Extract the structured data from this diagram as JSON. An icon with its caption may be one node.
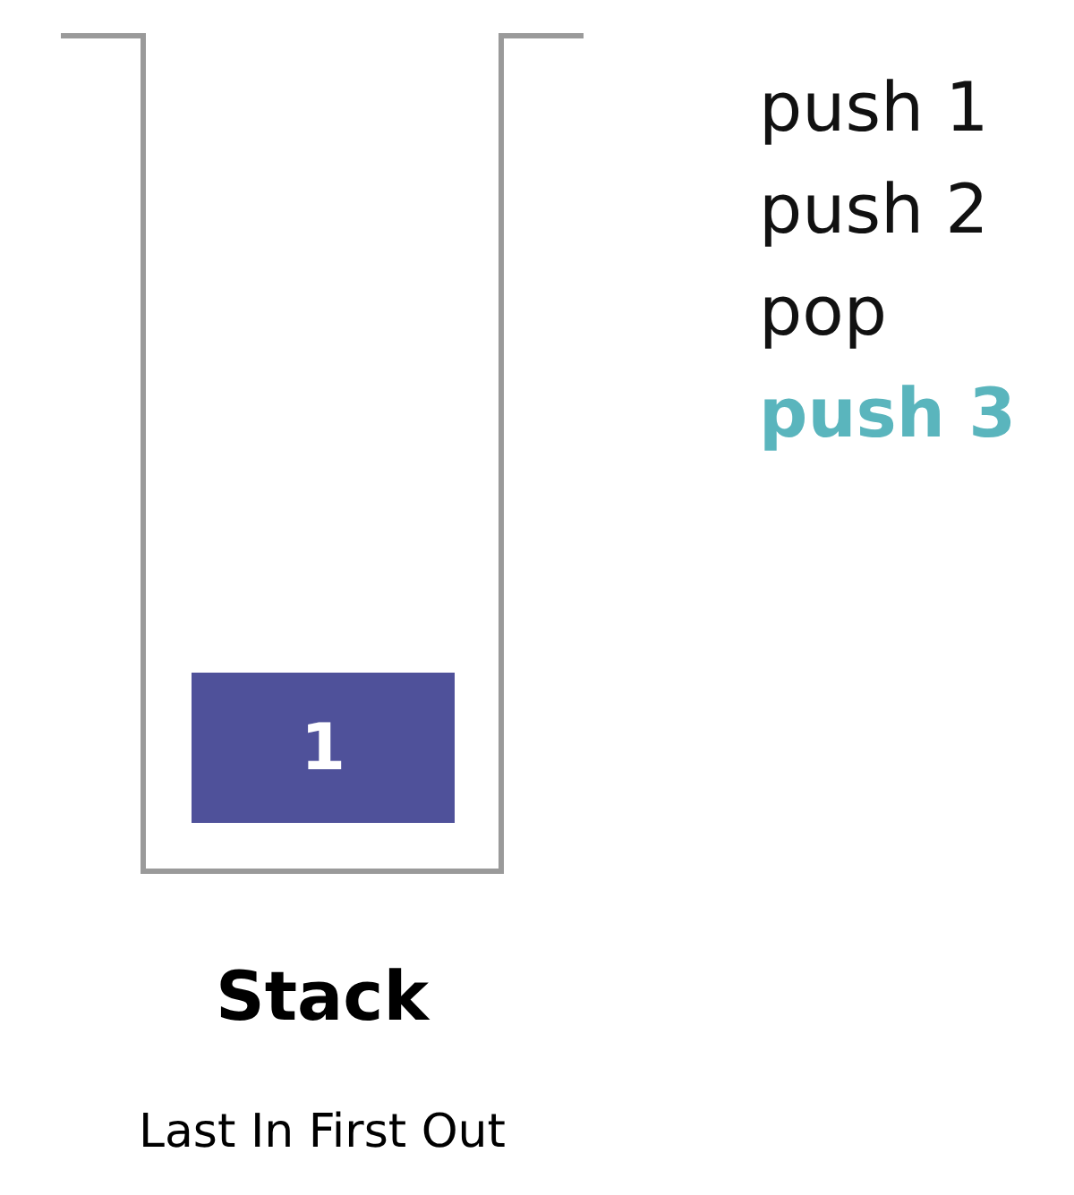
{
  "diagram": {
    "title": "Stack",
    "caption": "Last In First Out",
    "nodes": [
      {
        "text": [],
        "shape": "box"
      },
      {
        "text": [
          "1"
        ],
        "in": 0
      }
    ],
    "edges": [],
    "labels": [
      "push 1",
      "push 2",
      "pop",
      "push 3"
    ]
  }
}
